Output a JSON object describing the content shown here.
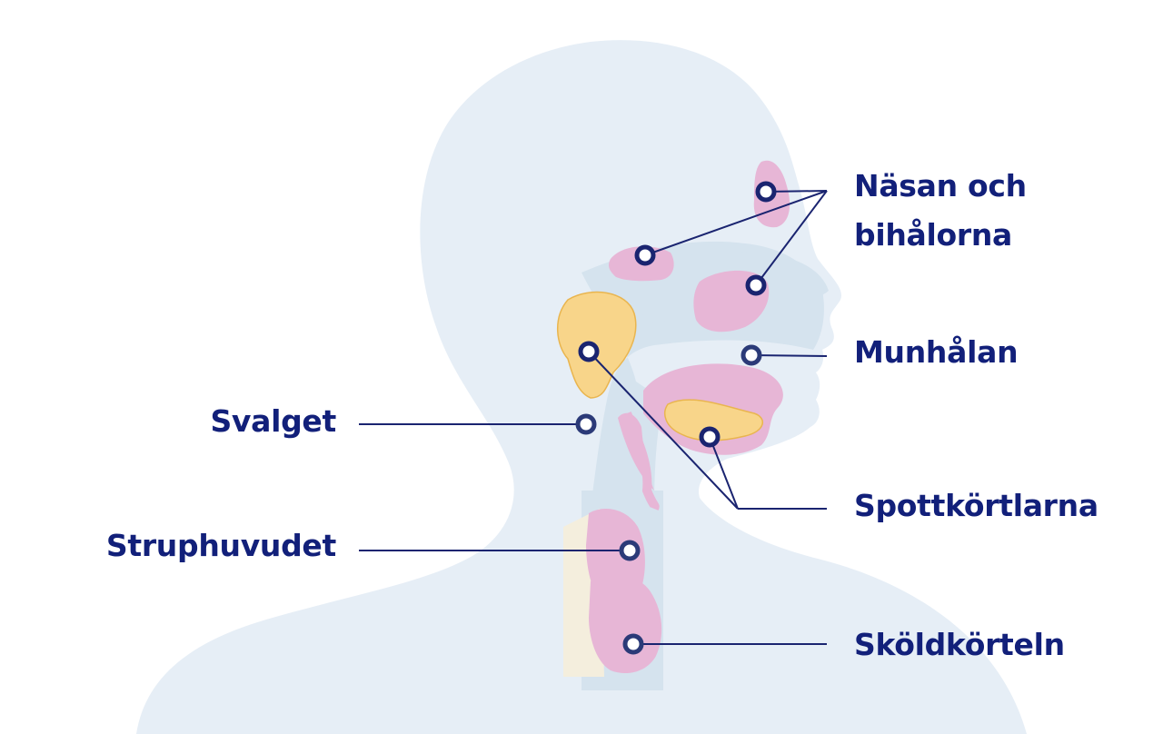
{
  "colors": {
    "silhouette": "#e6eef6",
    "airway": "#d5e3ee",
    "tissue_pink": "#e7b6d6",
    "tissue_pink_dark": "#c98bb8",
    "gland_yellow": "#f8d58a",
    "gland_yellow_line": "#e9b54f",
    "marker": "#1a2470",
    "marker_soft": "#2b3a78",
    "label": "#12207a",
    "bone": "#f4eedd"
  },
  "labels": {
    "nose_sinuses": {
      "line1": "Näsan och",
      "line2": "bihålorna"
    },
    "mouth": "Munhålan",
    "pharynx": "Svalget",
    "salivary": "Spottkörtlarna",
    "larynx": "Struphuvudet",
    "thyroid": "Sköldkörteln"
  },
  "markers": [
    {
      "name": "marker-nose-upper",
      "target": "nose_sinuses"
    },
    {
      "name": "marker-sinus-left",
      "target": "nose_sinuses"
    },
    {
      "name": "marker-sinus-lower",
      "target": "nose_sinuses"
    },
    {
      "name": "marker-mouth",
      "target": "mouth"
    },
    {
      "name": "marker-parotid",
      "target": "salivary"
    },
    {
      "name": "marker-sublingual",
      "target": "salivary"
    },
    {
      "name": "marker-pharynx",
      "target": "pharynx"
    },
    {
      "name": "marker-larynx",
      "target": "larynx"
    },
    {
      "name": "marker-thyroid",
      "target": "thyroid"
    }
  ]
}
